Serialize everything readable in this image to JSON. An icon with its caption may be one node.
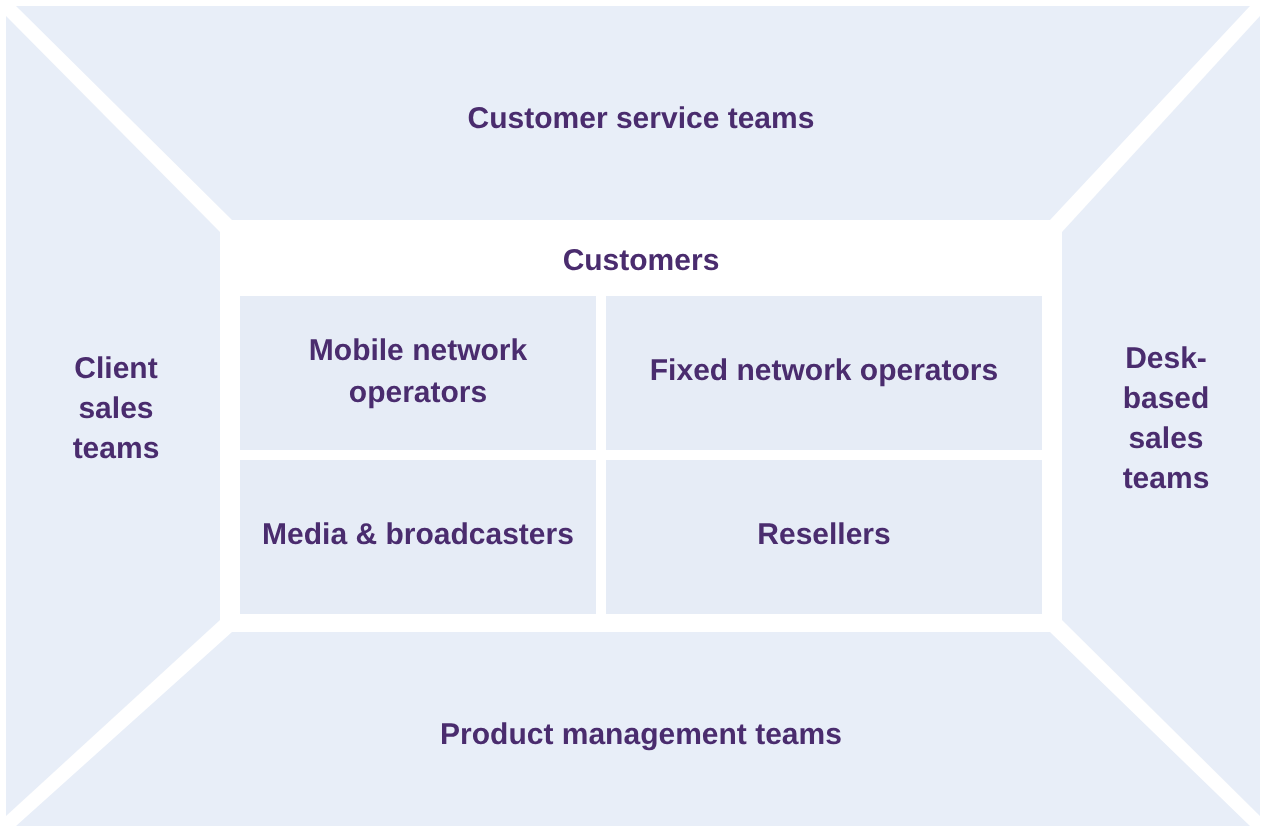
{
  "diagram": {
    "nodes": [
      {
        "text": [
          "Customer service teams"
        ]
      },
      {
        "text": [
          "Client sales teams"
        ]
      },
      {
        "text": [
          "Customers"
        ]
      },
      {
        "text": [
          "Mobile network operators"
        ],
        "in": 2
      },
      {
        "text": [
          "Fixed network operators"
        ],
        "in": 2
      },
      {
        "text": [
          "Media & broadcasters"
        ],
        "in": 2
      },
      {
        "text": [
          "Resellers"
        ],
        "in": 2
      },
      {
        "text": [
          "Desk-based sales teams"
        ]
      },
      {
        "text": [
          "Product management teams"
        ]
      }
    ],
    "edges": []
  }
}
